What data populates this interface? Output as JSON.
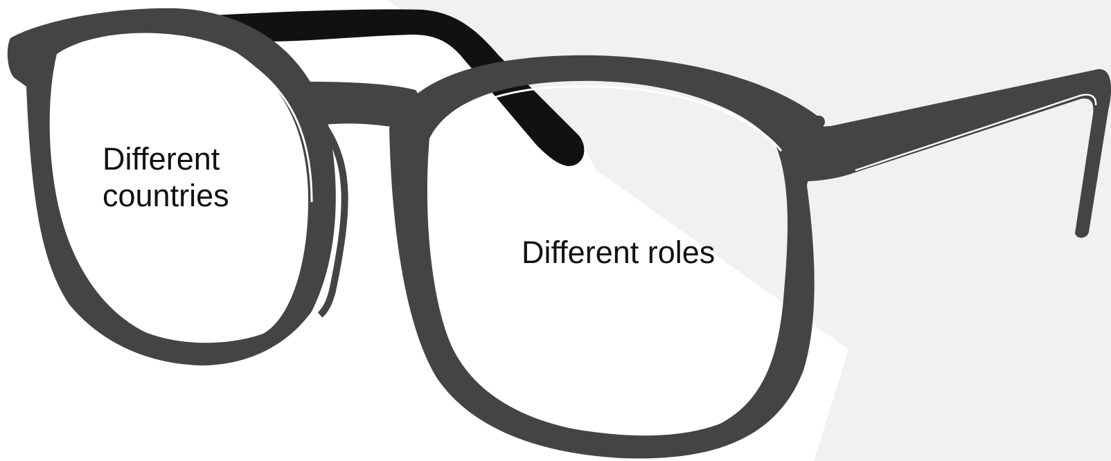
{
  "colors": {
    "background": "#ffffff",
    "shadow": "#f1f1f1",
    "frame": "#444444",
    "temple_back": "#111111",
    "text": "#111111"
  },
  "illustration": {
    "subject": "eyeglasses-icon",
    "left_lens": {
      "line1": "Different",
      "line2": "countries"
    },
    "right_lens": {
      "text": "Different roles"
    }
  }
}
